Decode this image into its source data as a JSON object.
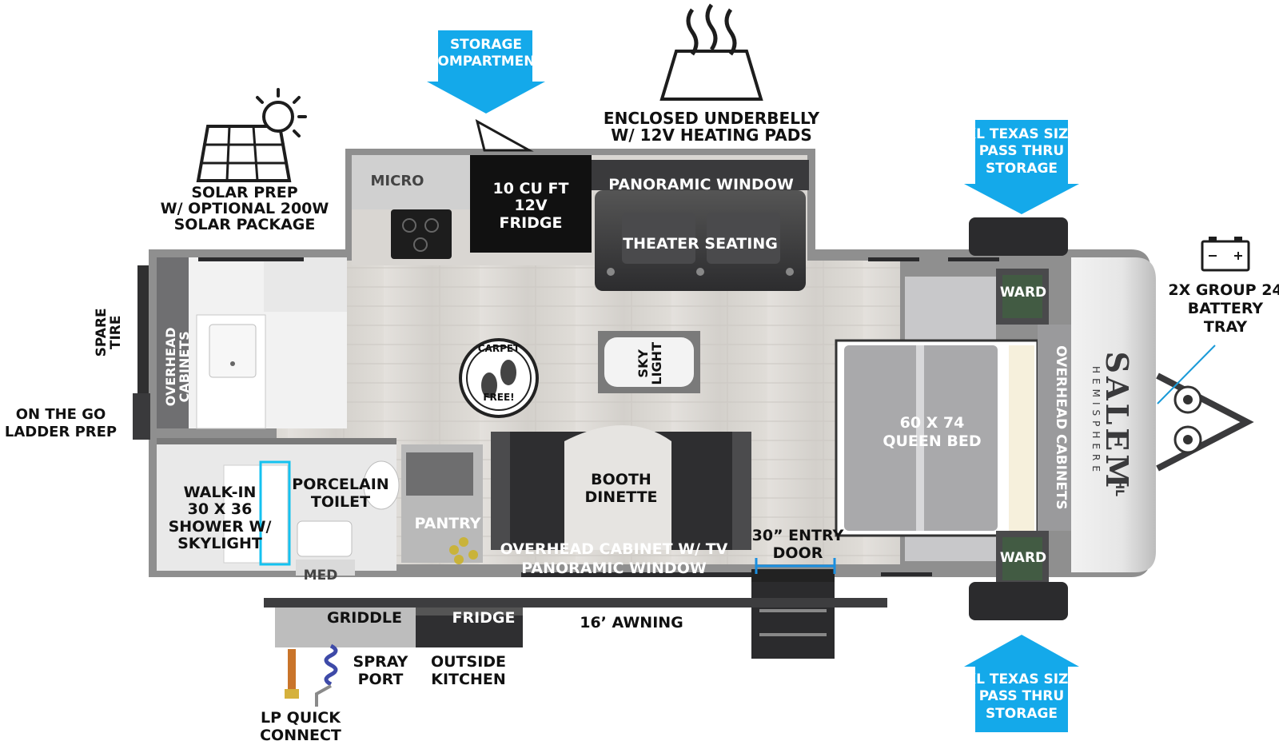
{
  "labels": {
    "storage_compartment": [
      "STORAGE",
      "COMPARTMENT"
    ],
    "enclosed_underbelly": [
      "ENCLOSED UNDERBELLY",
      "W/ 12V HEATING PADS"
    ],
    "xl_storage_top": [
      "XL TEXAS SIZE",
      "PASS THRU",
      "STORAGE"
    ],
    "xl_storage_bottom": [
      "XL TEXAS SIZE",
      "PASS THRU",
      "STORAGE"
    ],
    "solar_prep": [
      "SOLAR PREP",
      "W/ OPTIONAL 200W",
      "SOLAR PACKAGE"
    ],
    "micro": "MICRO",
    "fridge_12v": [
      "10 CU FT",
      "12V",
      "FRIDGE"
    ],
    "panoramic_window_top": "PANORAMIC WINDOW",
    "theater_seating": "THEATER SEATING",
    "ward_top": "WARD",
    "ward_bottom": "WARD",
    "battery_tray": [
      "2X GROUP 24",
      "BATTERY",
      "TRAY"
    ],
    "spare_tire": [
      "SPARE",
      "TIRE"
    ],
    "overhead_cabinets_left": [
      "OVERHEAD",
      "CABINETS"
    ],
    "carpet_free": [
      "CARPET",
      "FREE!"
    ],
    "sky_light": [
      "SKY",
      "LIGHT"
    ],
    "queen_bed": [
      "60 X  74",
      "QUEEN BED"
    ],
    "overhead_cabinets_right": "OVERHEAD CABINETS",
    "brand": "SALEM",
    "brand_sub": "HEMISPHERE",
    "brand_model": "HL",
    "on_the_go": [
      "ON THE GO",
      "LADDER PREP"
    ],
    "walk_in_shower": [
      "WALK-IN",
      "30 X 36",
      "SHOWER W/",
      "SKYLIGHT"
    ],
    "porcelain_toilet": [
      "PORCELAIN",
      "TOILET"
    ],
    "med": "MED",
    "pantry": "PANTRY",
    "booth_dinette": [
      "BOOTH",
      "DINETTE"
    ],
    "overhead_cabinet_tv": "OVERHEAD CABINET W/ TV",
    "panoramic_window_bottom": "PANORAMIC WINDOW",
    "entry_door": [
      "30” ENTRY",
      "DOOR"
    ],
    "griddle": "GRIDDLE",
    "fridge_outside": "FRIDGE",
    "awning": "16’ AWNING",
    "spray_port": [
      "SPRAY",
      "PORT"
    ],
    "outside_kitchen": [
      "OUTSIDE",
      "KITCHEN"
    ],
    "lp_quick_connect": [
      "LP QUICK",
      "CONNECT"
    ]
  },
  "colors": {
    "callout_blue": "#14a9ea",
    "floor": "#d9d6d2",
    "wall": "#8c8c8c",
    "dark_furniture": "#3a3a3c",
    "bed": "#a9a9ab"
  },
  "icons": [
    "solar-panel-icon",
    "underbelly-heat-icon",
    "battery-icon",
    "carpet-free-icon"
  ]
}
